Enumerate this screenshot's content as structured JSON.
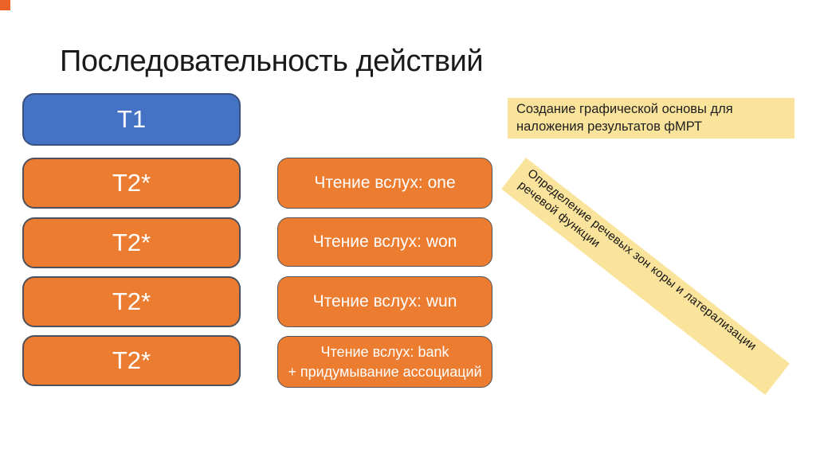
{
  "slide": {
    "title": "Последовательность действий"
  },
  "colors": {
    "box_blue_fill": "#4472C4",
    "box_blue_border": "#3A517F",
    "box_orange_fill": "#EC7C30",
    "box_orange_border": "#4E515C",
    "note_yellow_fill": "#FAE39B",
    "corner_marker": "#ED6227",
    "title_text": "#1A1A1A",
    "box_text": "#FFFFFF"
  },
  "left_column": [
    {
      "label": "T1",
      "variant": "blue"
    },
    {
      "label": "T2*",
      "variant": "orange"
    },
    {
      "label": "T2*",
      "variant": "orange"
    },
    {
      "label": "T2*",
      "variant": "orange"
    },
    {
      "label": "T2*",
      "variant": "orange"
    }
  ],
  "middle_column": [
    {
      "lines": [
        "Чтение вслух: one"
      ]
    },
    {
      "lines": [
        "Чтение вслух: won"
      ]
    },
    {
      "lines": [
        "Чтение вслух: wun"
      ]
    },
    {
      "lines": [
        "Чтение вслух: bank",
        "+ придумывание ассоциаций"
      ]
    }
  ],
  "notes": {
    "top_note": {
      "lines": [
        "Создание графической основы для",
        "наложения результатов фМРТ"
      ]
    },
    "diagonal_note": {
      "lines": [
        "Определение речевых зон коры и латерализации",
        "речевой функции"
      ],
      "rotation_deg": 38
    }
  }
}
